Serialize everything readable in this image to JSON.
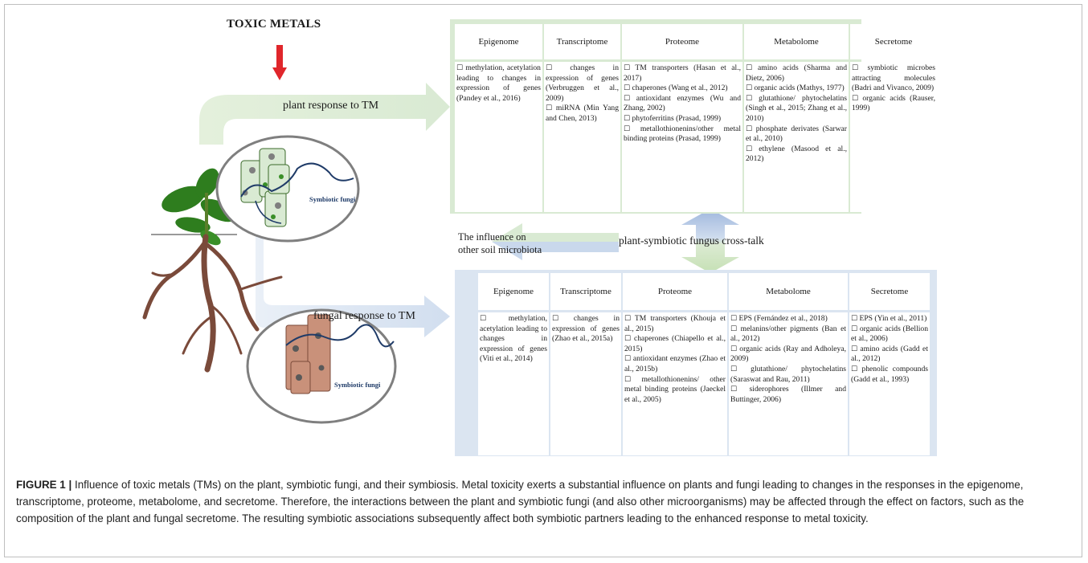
{
  "toxic_metals_label": "TOXIC METALS",
  "plant_response_label": "plant response to TM",
  "fungal_response_label": "fungal response to TM",
  "symbiotic_fungi_label_top": "Symbiotic fungi",
  "symbiotic_fungi_label_bottom": "Symbiotic fungi",
  "influence_label_line1": "The influence on",
  "influence_label_line2": "other soil microbiota",
  "crosstalk_label": "plant-symbiotic  fungus cross-talk",
  "plant_table": {
    "headers": [
      "Epigenome",
      "Transcriptome",
      "Proteome",
      "Metabolome",
      "Secretome"
    ],
    "cells": [
      [
        "methylation, acetylation leading to changes in expression of genes (Pandey et al., 2016)"
      ],
      [
        "changes in expression of genes (Verbruggen et al., 2009)",
        "miRNA (Min Yang and Chen, 2013)"
      ],
      [
        "TM transporters (Hasan et al., 2017)",
        "chaperones (Wang et al., 2012)",
        "antioxidant enzymes (Wu and Zhang, 2002)",
        "phytoferritins (Prasad, 1999)",
        "metallothionenins/other metal binding proteins (Prasad, 1999)"
      ],
      [
        "amino acids (Sharma and Dietz, 2006)",
        "organic acids (Mathys, 1977)",
        "glutathione/ phytochelatins (Singh et al., 2015; Zhang et al., 2010)",
        "phosphate derivates (Sarwar et al., 2010)",
        "ethylene (Masood et al., 2012)"
      ],
      [
        "symbiotic microbes attracting molecules (Badri and Vivanco, 2009)",
        "organic acids (Rauser, 1999)"
      ]
    ]
  },
  "fungal_table": {
    "headers": [
      "Epigenome",
      "Transcriptome",
      "Proteome",
      "Metabolome",
      "Secretome"
    ],
    "cells": [
      [
        "methylation, acetylation leading to changes in expression of genes (Viti et al., 2014)"
      ],
      [
        "changes in expression of genes (Zhao et al., 2015a)"
      ],
      [
        "TM transporters (Khouja et al., 2015)",
        "chaperones (Chiapello et al., 2015)",
        "antioxidant enzymes (Zhao et al., 2015b)",
        "metallothionenins/ other metal binding proteins (Jaeckel et al., 2005)"
      ],
      [
        "EPS (Fernández et al., 2018)",
        "melanins/other pigments (Ban et al., 2012)",
        "organic acids (Ray and Adholeya, 2009)",
        "glutathione/ phytochelatins (Saraswat and Rau, 2011)",
        "siderophores (Illmer and Buttinger, 2006)"
      ],
      [
        "EPS (Yin et al., 2011)",
        "organic acids (Bellion et al., 2006)",
        "amino acids (Gadd et al., 2012)",
        "phenolic compounds (Gadd et al., 1993)"
      ]
    ]
  },
  "caption": {
    "label": "FIGURE 1 |",
    "text": "Influence of toxic metals (TMs) on the plant, symbiotic fungi, and their symbiosis. Metal toxicity exerts a substantial influence on plants and fungi leading to changes in the responses in the epigenome, transcriptome, proteome, metabolome, and secretome. Therefore, the interactions between the plant and symbiotic fungi (and also other microorganisms) may be affected through the effect on factors, such as the composition of the plant and fungal secretome. The resulting symbiotic associations subsequently affect both symbiotic partners leading to the enhanced response to metal toxicity."
  },
  "colors": {
    "plant_green": "#d9ead3",
    "fungal_blue": "#dbe5f1",
    "toxic_arrow_red": "#e0262b",
    "cell_green": "#a9d18e",
    "cell_brown": "#c9917a",
    "hypha_blue": "#1f3b68"
  }
}
